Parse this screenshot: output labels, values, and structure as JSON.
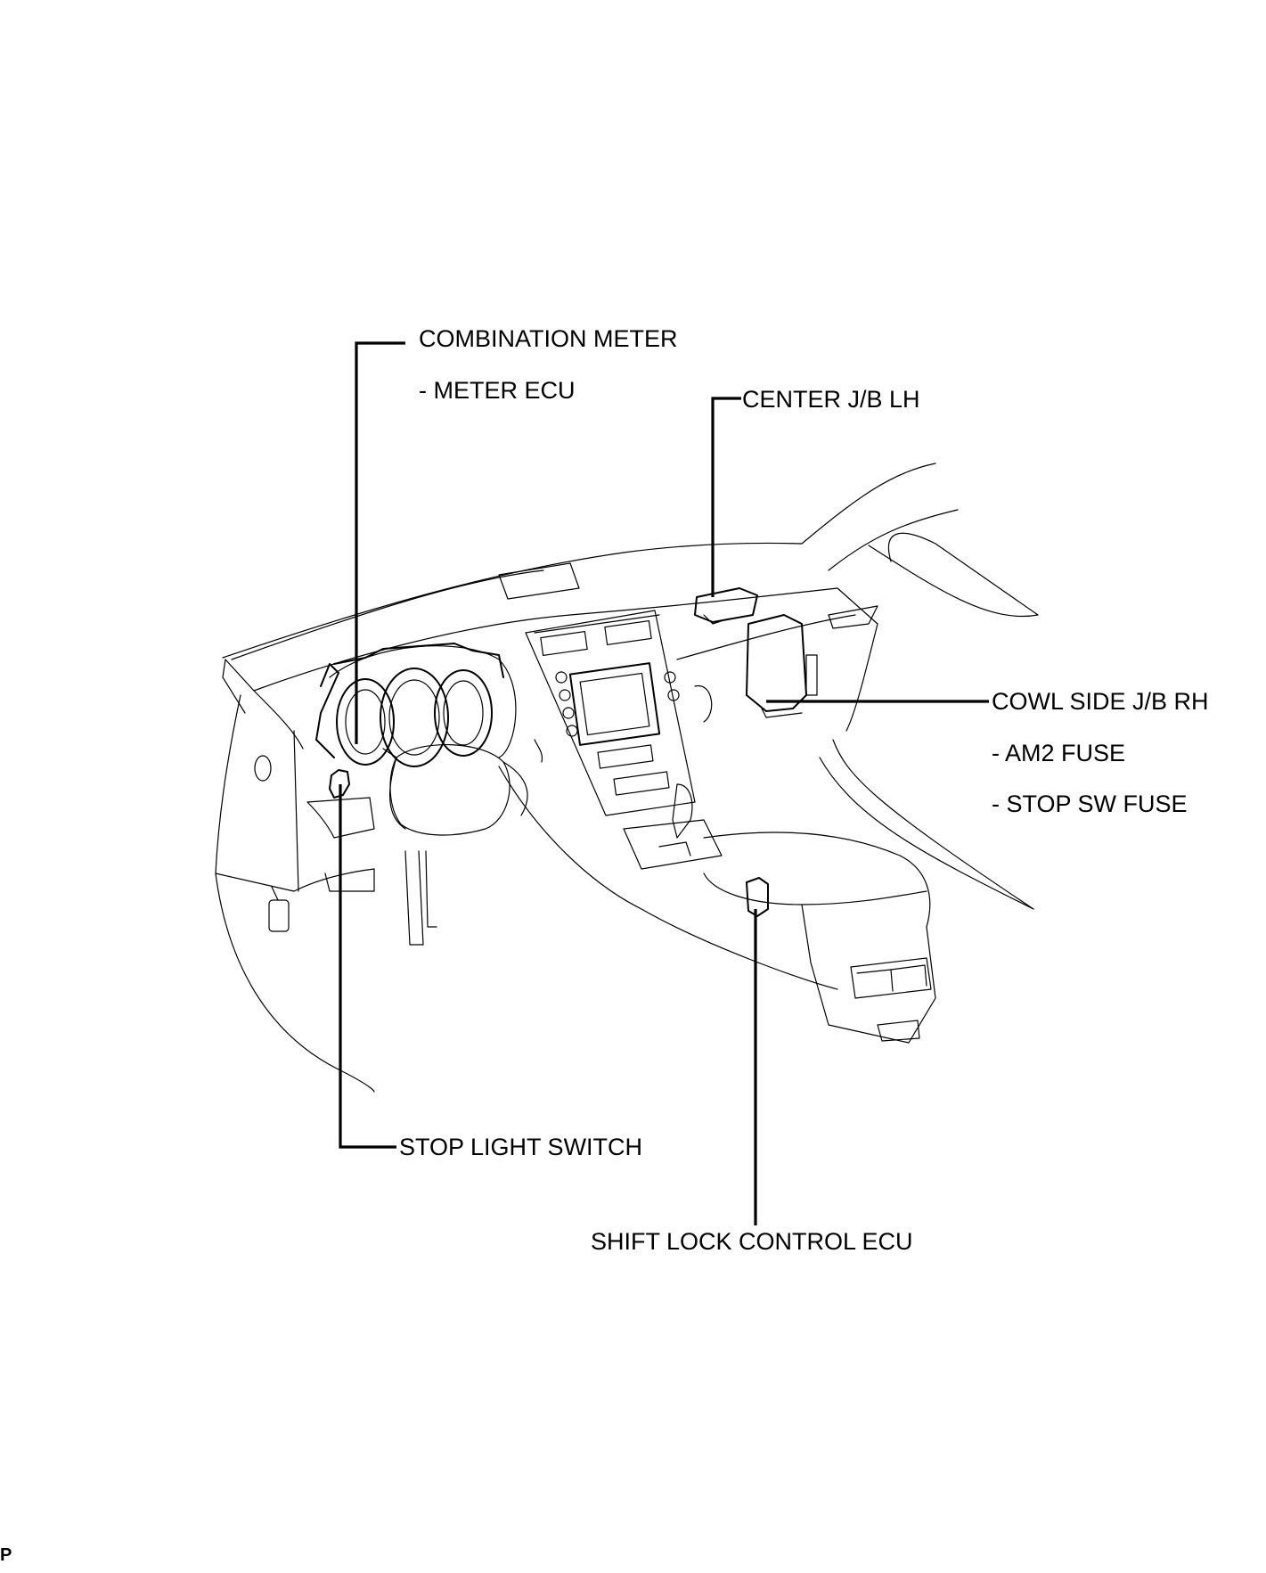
{
  "callouts": {
    "combination_meter": "COMBINATION METER",
    "meter_ecu": "- METER ECU",
    "center_jb_lh": "CENTER J/B LH",
    "cowl_side_jb_rh": "COWL SIDE J/B RH",
    "am2_fuse": "- AM2 FUSE",
    "stop_sw_fuse": "- STOP SW FUSE",
    "stop_light_switch": "STOP LIGHT SWITCH",
    "shift_lock_control_ecu": "SHIFT LOCK CONTROL ECU"
  },
  "corner_mark": "P"
}
